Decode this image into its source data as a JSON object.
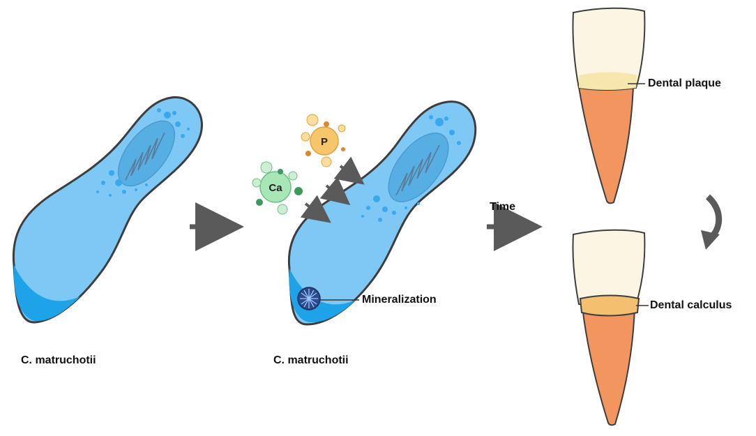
{
  "labels": {
    "bacterium_left": "C. matruchotii",
    "bacterium_right": "C. matruchotii",
    "time": "Time",
    "mineralization": "Mineralization",
    "dental_plaque": "Dental plaque",
    "dental_calculus": "Dental calculus"
  },
  "ions": {
    "calcium": "Ca",
    "phosphorus": "P"
  },
  "colors": {
    "cell_fill": "#7ec8f5",
    "cell_dark": "#1fa3e8",
    "cell_outline": "#3d3d3d",
    "nucleoid": "#4aa6dc",
    "arrow": "#5a5a5a",
    "calcium": "#a8e6b6",
    "phosphorus": "#f7c66b",
    "crown": "#fbf6e4",
    "root": "#f3955e",
    "plaque": "#f5e7a6",
    "calculus": "#f2c06e"
  }
}
